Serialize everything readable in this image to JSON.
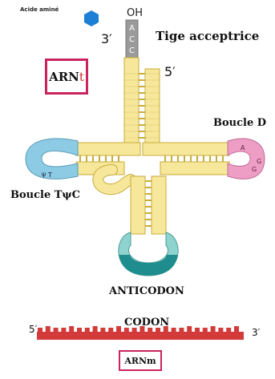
{
  "labels": {
    "amino_acid": "Acide aminé",
    "oh": "OH",
    "three_prime_top": "3′",
    "five_prime_top": "5′",
    "acceptor_stem": "Tige acceptrice",
    "d_loop": "Boucle D",
    "t_loop": "Boucle TψC",
    "anticodon": "ANTICODON",
    "codon": "CODON",
    "five_prime_bottom": "5′",
    "three_prime_bottom": "3′",
    "arnt": "ARN",
    "arnt_suffix": "t",
    "arnm": "ARNm"
  },
  "acceptor_end_bases": [
    "A",
    "C",
    "C"
  ],
  "colors": {
    "stem": "#f7e79a",
    "stem_stroke": "#c7ad3c",
    "d_loop": "#ee9ec4",
    "t_loop": "#8ccbe3",
    "anticodon_loop": "#1f8d8d",
    "anticodon_light": "#8fd3cf",
    "acceptor_end": "#9a9a9a",
    "amino_acid": "#1e7fd6",
    "box_border": "#c9245e",
    "mrna": "#d33a3a"
  }
}
